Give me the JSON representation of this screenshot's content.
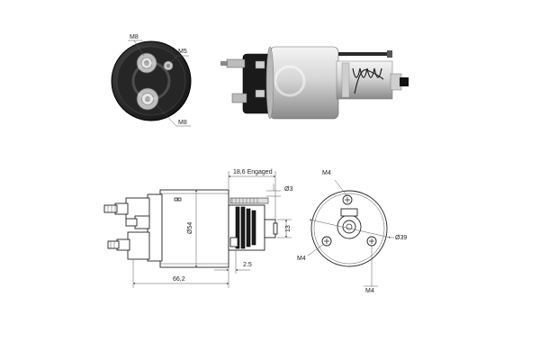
{
  "photo_labels": {
    "top_left": "M8",
    "top_right": "M5",
    "bottom": "M8"
  },
  "side_view": {
    "engaged": "18,6 Engaged",
    "d3": "Ø3",
    "d54": "Ø54",
    "d13": "13",
    "l25": "2.5",
    "l662": "66,2"
  },
  "end_view": {
    "m4_top": "M4",
    "m4_left": "M4",
    "m4_bottom": "M4",
    "d39": "Ø39"
  },
  "colors": {
    "line": "#333333",
    "metal": "#c8c8c8",
    "dark": "#1c1c1c"
  }
}
